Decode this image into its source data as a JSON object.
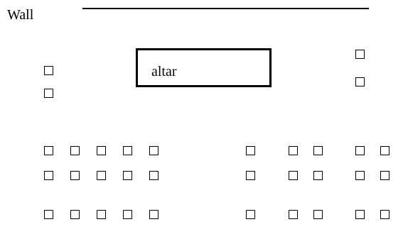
{
  "diagram": {
    "wall_label": "Wall",
    "altar_label": "altar"
  },
  "seats": {
    "left_side": 2,
    "right_side": 2,
    "left_section": {
      "rows": 3,
      "per_row": 5
    },
    "right_section": {
      "rows": 3,
      "groups_per_row": [
        1,
        2,
        2
      ]
    }
  }
}
